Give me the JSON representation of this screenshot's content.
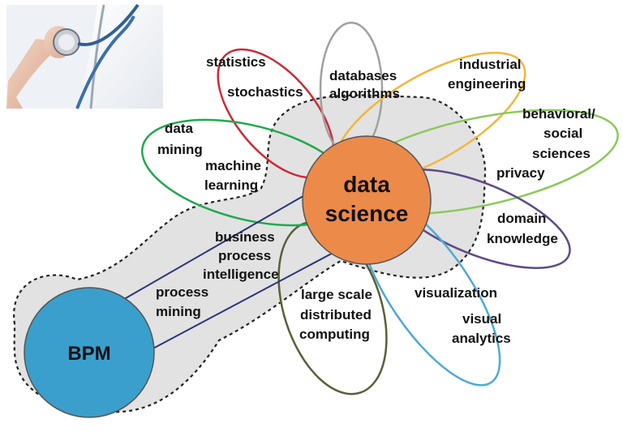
{
  "hub": {
    "line1": "data",
    "line2": "science",
    "color": "#ec8a4a"
  },
  "bpm": {
    "label": "BPM",
    "color": "#3a9fcc"
  },
  "bridge": {
    "upper": [
      "business",
      "process",
      "intelligence"
    ],
    "lower": [
      "process",
      "mining"
    ]
  },
  "petals": [
    {
      "id": "statistics",
      "color": "#cc2a36",
      "lines": [
        "statistics",
        "stochastics"
      ]
    },
    {
      "id": "databases",
      "color": "#a0a0a0",
      "lines": [
        "databases",
        "algorithms"
      ]
    },
    {
      "id": "industrial",
      "color": "#f2b63a",
      "lines": [
        "industrial",
        "engineering"
      ]
    },
    {
      "id": "behavioral",
      "color": "#8cc85a",
      "lines": [
        "behavioral/",
        "social",
        "sciences",
        "privacy"
      ]
    },
    {
      "id": "domain",
      "color": "#5e4a86",
      "lines": [
        "domain",
        "knowledge"
      ]
    },
    {
      "id": "visualization",
      "color": "#4ea9d4",
      "lines": [
        "visualization",
        "visual",
        "analytics"
      ]
    },
    {
      "id": "largescale",
      "color": "#5a5f36",
      "lines": [
        "large scale",
        "distributed",
        "computing"
      ]
    },
    {
      "id": "datamining",
      "color": "#22a84f",
      "lines": [
        "data",
        "mining",
        "machine",
        "learning"
      ]
    }
  ],
  "image": {
    "icon": "doctor-stethoscope-photo"
  }
}
